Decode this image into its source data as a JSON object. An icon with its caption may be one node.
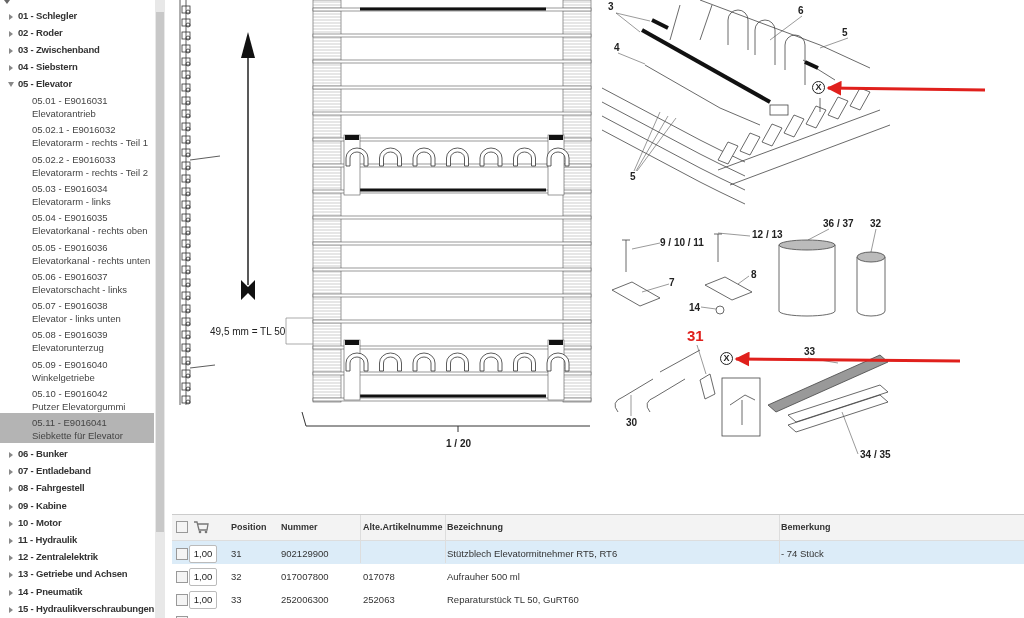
{
  "diagram": {
    "nodes": [
      {
        "text": [
          "3"
        ]
      },
      {
        "text": [
          "6"
        ]
      },
      {
        "text": [
          "5"
        ]
      },
      {
        "text": [
          "4"
        ]
      },
      {
        "text": [
          "5"
        ]
      },
      {
        "text": [
          "X"
        ]
      },
      {
        "text": [
          "9 / 10 / 11"
        ]
      },
      {
        "text": [
          "7"
        ]
      },
      {
        "text": [
          "12 / 13"
        ]
      },
      {
        "text": [
          "8"
        ]
      },
      {
        "text": [
          "14"
        ]
      },
      {
        "text": [
          "36 / 37"
        ]
      },
      {
        "text": [
          "32"
        ]
      },
      {
        "text": [
          "31"
        ]
      },
      {
        "text": [
          "X"
        ]
      },
      {
        "text": [
          "33"
        ]
      },
      {
        "text": [
          "30"
        ]
      },
      {
        "text": [
          "34 / 35"
        ]
      },
      {
        "text": [],
        "shape": "cylinder"
      },
      {
        "text": [],
        "shape": "cylinder"
      },
      {
        "text": [],
        "shape": "picture"
      }
    ],
    "edges": [
      {
        "from": 0,
        "to": null,
        "arrow": "none"
      },
      {
        "from": 0,
        "to": null,
        "arrow": "none"
      },
      {
        "from": 1,
        "to": null,
        "arrow": "none"
      },
      {
        "from": 2,
        "to": null,
        "arrow": "none"
      },
      {
        "from": 3,
        "to": null,
        "arrow": "none"
      },
      {
        "from": 4,
        "to": null,
        "arrow": "none"
      },
      {
        "from": 4,
        "to": null,
        "arrow": "none"
      },
      {
        "from": 4,
        "to": null,
        "arrow": "none"
      },
      {
        "from": 6,
        "to": null,
        "arrow": "none"
      },
      {
        "from": 7,
        "to": null,
        "arrow": "none"
      },
      {
        "from": 8,
        "to": 20,
        "arrow": "none"
      },
      {
        "from": 9,
        "to": null,
        "arrow": "none"
      },
      {
        "from": 10,
        "to": null,
        "arrow": "none"
      },
      {
        "from": 11,
        "to": 18,
        "arrow": "none"
      },
      {
        "from": 12,
        "to": 19,
        "arrow": "none"
      },
      {
        "from": 13,
        "to": null,
        "arrow": "none"
      },
      {
        "from": 15,
        "to": null,
        "arrow": "none"
      },
      {
        "from": 16,
        "to": null,
        "arrow": "none"
      },
      {
        "from": 17,
        "to": null,
        "arrow": "none"
      },
      {
        "from": null,
        "to": 5,
        "arrow": "to",
        "style": "thick",
        "color": "#e0201c"
      },
      {
        "from": null,
        "to": 14,
        "arrow": "to",
        "style": "thick",
        "color": "#e0201c"
      }
    ],
    "labels": [
      "01 - Schlegler",
      "02 - Roder",
      "03 - Zwischenband",
      "04 - Siebstern",
      "05 - Elevator",
      "05.01 - E9016031 Elevatorantrieb",
      "05.02.1 - E9016032 Elevatorarm - rechts - Teil 1",
      "05.02.2 - E9016033 Elevatorarm - rechts - Teil 2",
      "05.03 - E9016034 Elevatorarm - links",
      "05.04 - E9016035 Elevatorkanal - rechts oben",
      "05.05 - E9016036 Elevatorkanal - rechts unten",
      "05.06 - E9016037 Elevatorschacht - links",
      "05.07 - E9016038 Elevator - links unten",
      "05.08 - E9016039 Elevatorunterzug",
      "05.09 - E9016040 Winkelgetriebe",
      "05.10 - E9016042 Putzer Elevatorgummi",
      "05.11 - E9016041 Siebkette für Elevator",
      "06 - Bunker",
      "07 - Entladeband",
      "08 - Fahrgestell",
      "09 - Kabine",
      "10 - Motor",
      "11 - Hydraulik",
      "12 - Zentralelektrik",
      "13 - Getriebe und Achsen",
      "14 - Pneumatik",
      "15 - Hydraulikverschraubungen",
      "49,5 mm = TL 50",
      "1 / 20",
      "Position",
      "Nummer",
      "Alte.Artikelnumme",
      "Bezeichnung",
      "Bemerkung",
      "1,00",
      "31",
      "902129900",
      "Stützblech Elevatormitnehmer RT5, RT6",
      "- 74 Stück",
      "1,00",
      "32",
      "017007800",
      "017078",
      "Aufrauher 500 ml",
      "1,00",
      "33",
      "252006300",
      "252063",
      "Reparaturstück TL 50, GuRT60"
    ]
  }
}
